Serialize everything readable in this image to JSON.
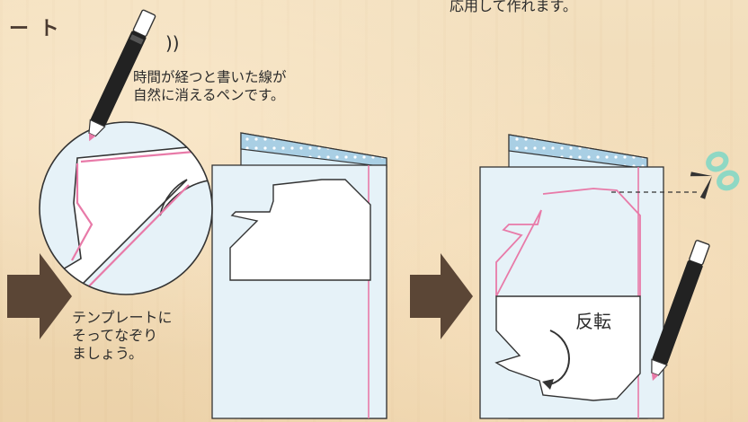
{
  "title_fragment": "ー ト",
  "top_caption": "応用して作れます。",
  "squiggle": "))",
  "pen_note": "時間が経つと書いた線が\n自然に消えるペンです。",
  "trace_note": "テンプレートに\nそってなぞり\nましょう。",
  "flip_label": "反転",
  "icons": [
    "erasable-pen-icon",
    "arrow-right-icon",
    "scissors-icon",
    "rotate-arrow-icon"
  ],
  "colors": {
    "background": "#f2dcb8",
    "sheet": "#e6f2f8",
    "pink_line": "#e87aa8",
    "arrow": "#5b4636",
    "dots": "#a9cfe4",
    "scissors": "#8fd8c4"
  }
}
